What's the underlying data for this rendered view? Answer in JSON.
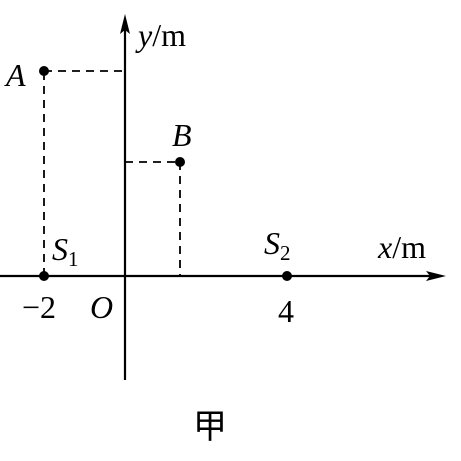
{
  "axes": {
    "x": {
      "var": "x",
      "unit": "/m"
    },
    "y": {
      "var": "y",
      "unit": "/m"
    },
    "origin": "O"
  },
  "points": {
    "A": {
      "label": "A"
    },
    "B": {
      "label": "B"
    },
    "S1": {
      "letter": "S",
      "sub": "1"
    },
    "S2": {
      "letter": "S",
      "sub": "2"
    }
  },
  "ticks": {
    "left": "−2",
    "right": "4"
  },
  "caption": "甲",
  "colors": {
    "ink": "#000000",
    "background": "#ffffff"
  }
}
